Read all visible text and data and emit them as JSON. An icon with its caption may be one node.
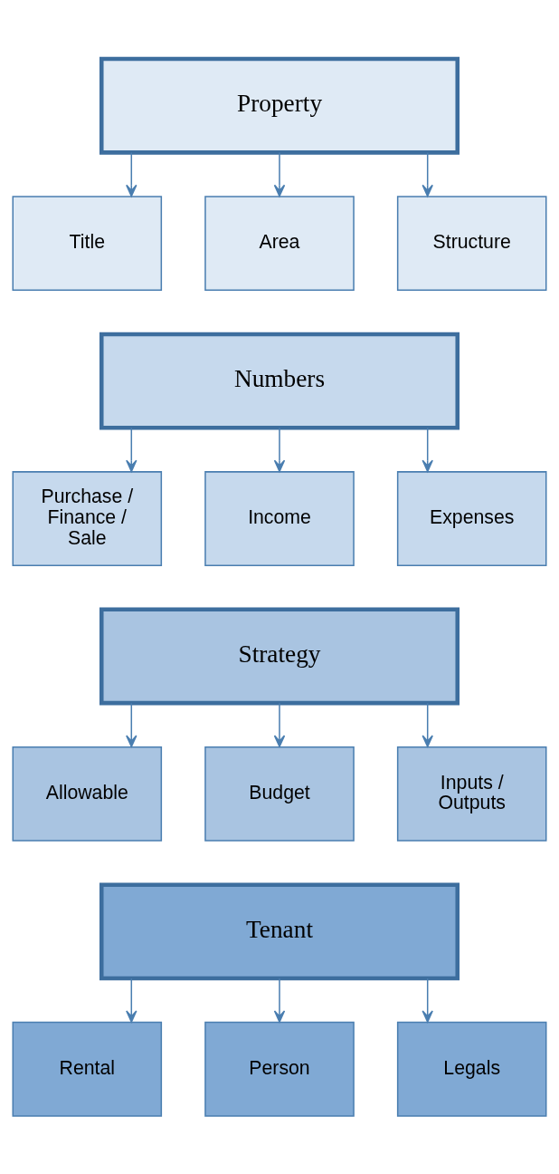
{
  "diagram": {
    "nodes": [
      {
        "text": [
          "Property"
        ]
      },
      {
        "text": [
          "Title"
        ]
      },
      {
        "text": [
          "Area"
        ]
      },
      {
        "text": [
          "Structure"
        ]
      },
      {
        "text": [
          "Numbers"
        ]
      },
      {
        "text": [
          "Purchase / Finance / Sale"
        ]
      },
      {
        "text": [
          "Income"
        ]
      },
      {
        "text": [
          "Expenses"
        ]
      },
      {
        "text": [
          "Strategy"
        ]
      },
      {
        "text": [
          "Allowable"
        ]
      },
      {
        "text": [
          "Budget"
        ]
      },
      {
        "text": [
          "Inputs / Outputs"
        ]
      },
      {
        "text": [
          "Tenant"
        ]
      },
      {
        "text": [
          "Rental"
        ]
      },
      {
        "text": [
          "Person"
        ]
      },
      {
        "text": [
          "Legals"
        ]
      }
    ],
    "edges": [
      {
        "from": 0,
        "to": 1,
        "arrow": "to"
      },
      {
        "from": 0,
        "to": 2,
        "arrow": "to"
      },
      {
        "from": 0,
        "to": 3,
        "arrow": "to"
      },
      {
        "from": 4,
        "to": 5,
        "arrow": "to"
      },
      {
        "from": 4,
        "to": 6,
        "arrow": "to"
      },
      {
        "from": 4,
        "to": 7,
        "arrow": "to"
      },
      {
        "from": 8,
        "to": 9,
        "arrow": "to"
      },
      {
        "from": 8,
        "to": 10,
        "arrow": "to"
      },
      {
        "from": 8,
        "to": 11,
        "arrow": "to"
      },
      {
        "from": 12,
        "to": 13,
        "arrow": "to"
      },
      {
        "from": 12,
        "to": 14,
        "arrow": "to"
      },
      {
        "from": 12,
        "to": 15,
        "arrow": "to"
      }
    ]
  }
}
